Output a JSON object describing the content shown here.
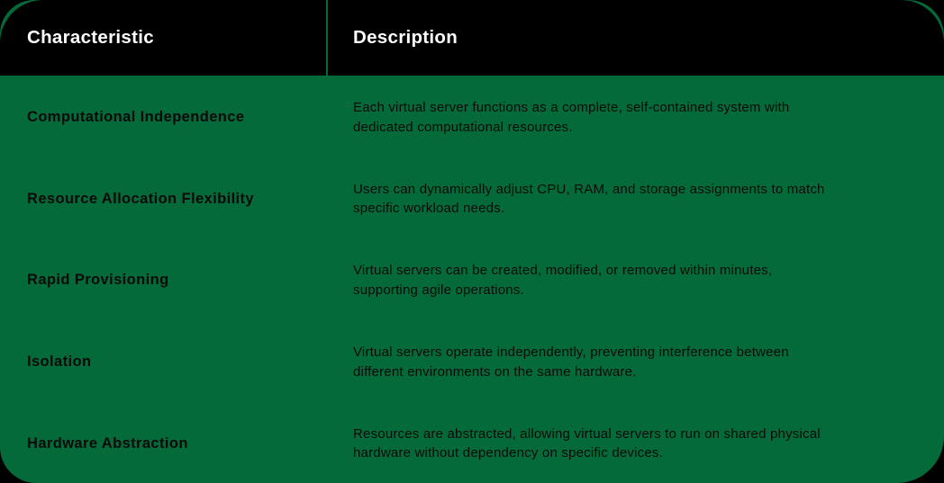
{
  "page": {
    "background_color": "#000000"
  },
  "table": {
    "columns": [
      {
        "label": "Characteristic"
      },
      {
        "label": "Description"
      }
    ],
    "rows": [
      {
        "characteristic": "Computational Independence",
        "description": "Each virtual server functions as a complete, self-contained system with\ndedicated computational resources."
      },
      {
        "characteristic": "Resource Allocation Flexibility",
        "description": "Users can dynamically adjust CPU, RAM, and storage assignments to match\nspecific workload needs."
      },
      {
        "characteristic": "Rapid Provisioning",
        "description": "Virtual servers can be created, modified, or removed within minutes,\nsupporting agile operations."
      },
      {
        "characteristic": "Isolation",
        "description": "Virtual servers operate independently, preventing interference between\ndifferent environments on the same hardware."
      },
      {
        "characteristic": "Hardware Abstraction",
        "description": "Resources are abstracted, allowing virtual servers to run on shared physical\nhardware without dependency on specific devices."
      }
    ],
    "style": {
      "card_color": "#056a39",
      "header_color": "#000000",
      "header_text_color": "#ffffff",
      "body_text_color": "#0a0a0a"
    }
  }
}
